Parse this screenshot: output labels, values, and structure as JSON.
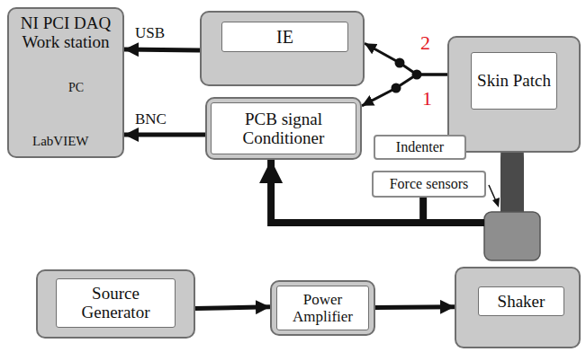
{
  "diagram": {
    "nodes": [
      {
        "text": [
          "NI PCI DAQ Work station"
        ]
      },
      {
        "text": [
          "IE"
        ]
      },
      {
        "text": [
          "Skin Patch"
        ]
      },
      {
        "text": [
          "PCB signal Conditioner"
        ]
      },
      {
        "text": [
          "Indenter"
        ]
      },
      {
        "text": [
          "Force sensors"
        ]
      },
      {
        "text": [
          "Source Generator"
        ]
      },
      {
        "text": [
          "Power Amplifier"
        ]
      },
      {
        "text": [
          "Shaker"
        ]
      }
    ],
    "edges": [
      {
        "from": 1,
        "to": 0,
        "label": "USB",
        "arrow": "to"
      },
      {
        "from": 3,
        "to": 0,
        "label": "BNC",
        "arrow": "to"
      },
      {
        "from": 2,
        "to": 1,
        "arrow": "to"
      },
      {
        "from": 2,
        "to": 3,
        "arrow": "to"
      },
      {
        "from": 5,
        "to": 3,
        "arrow": "to"
      },
      {
        "from": 6,
        "to": 7,
        "arrow": "to"
      },
      {
        "from": 7,
        "to": 8,
        "arrow": "to"
      }
    ],
    "labels": [
      "2",
      "1",
      "PC",
      "LabVIEW"
    ]
  }
}
